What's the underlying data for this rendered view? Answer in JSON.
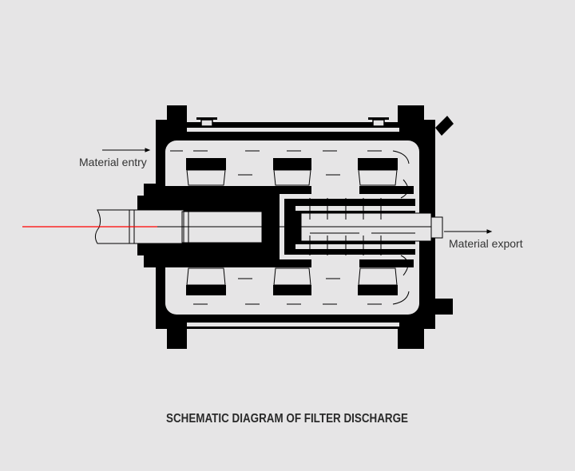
{
  "labels": {
    "entry": "Material entry",
    "export": "Material export"
  },
  "title": "SCHEMATIC DIAGRAM OF FILTER DISCHARGE",
  "colors": {
    "background": "#e6e5e6",
    "body": "#000000",
    "centerline": "#ff0000",
    "text": "#333333"
  }
}
